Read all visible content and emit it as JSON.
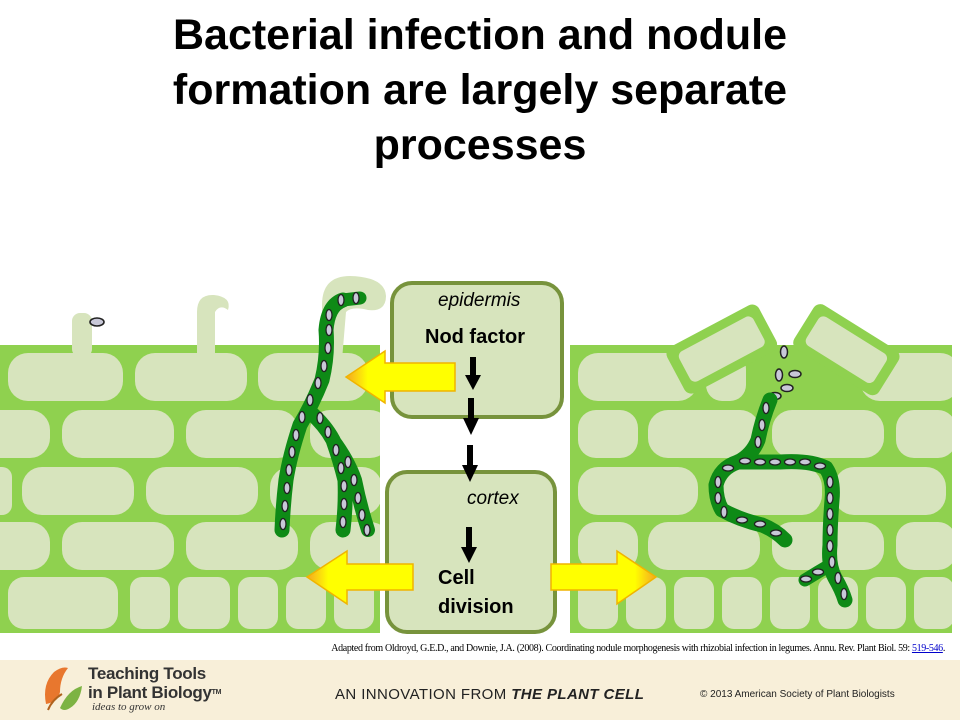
{
  "title": {
    "line1": "Bacterial infection and nodule",
    "line2": "formation are largely separate",
    "line3": "processes"
  },
  "diagram": {
    "epidermis_label": "epidermis",
    "nod_factor_label": "Nod factor",
    "cortex_label": "cortex",
    "cell_division_line1": "Cell",
    "cell_division_line2": "division",
    "colors": {
      "cell_wall_green": "#8fd14f",
      "cell_fill": "#d7e4bd",
      "infection_thread": "#0e8a16",
      "box_border": "#77933c",
      "arrow_yellow": "#ffff00",
      "arrow_orange": "#f5a623",
      "bacteria": "#c8c8d8"
    }
  },
  "citation": {
    "text": "Adapted from Oldroyd, G.E.D., and Downie, J.A. (2008). Coordinating nodule morphogenesis with rhizobial infection in legumes. Annu. Rev. Plant Biol. 59: ",
    "link": "519-546",
    "end": "."
  },
  "footer": {
    "brand_line1": "Teaching Tools",
    "brand_line2": "in Plant Biology",
    "trademark": "TM",
    "tagline": "ideas to grow on",
    "innovation_prefix": "AN INNOVATION FROM ",
    "innovation_brand": "THE PLANT CELL",
    "copyright": "© 2013 American Society of Plant Biologists"
  }
}
